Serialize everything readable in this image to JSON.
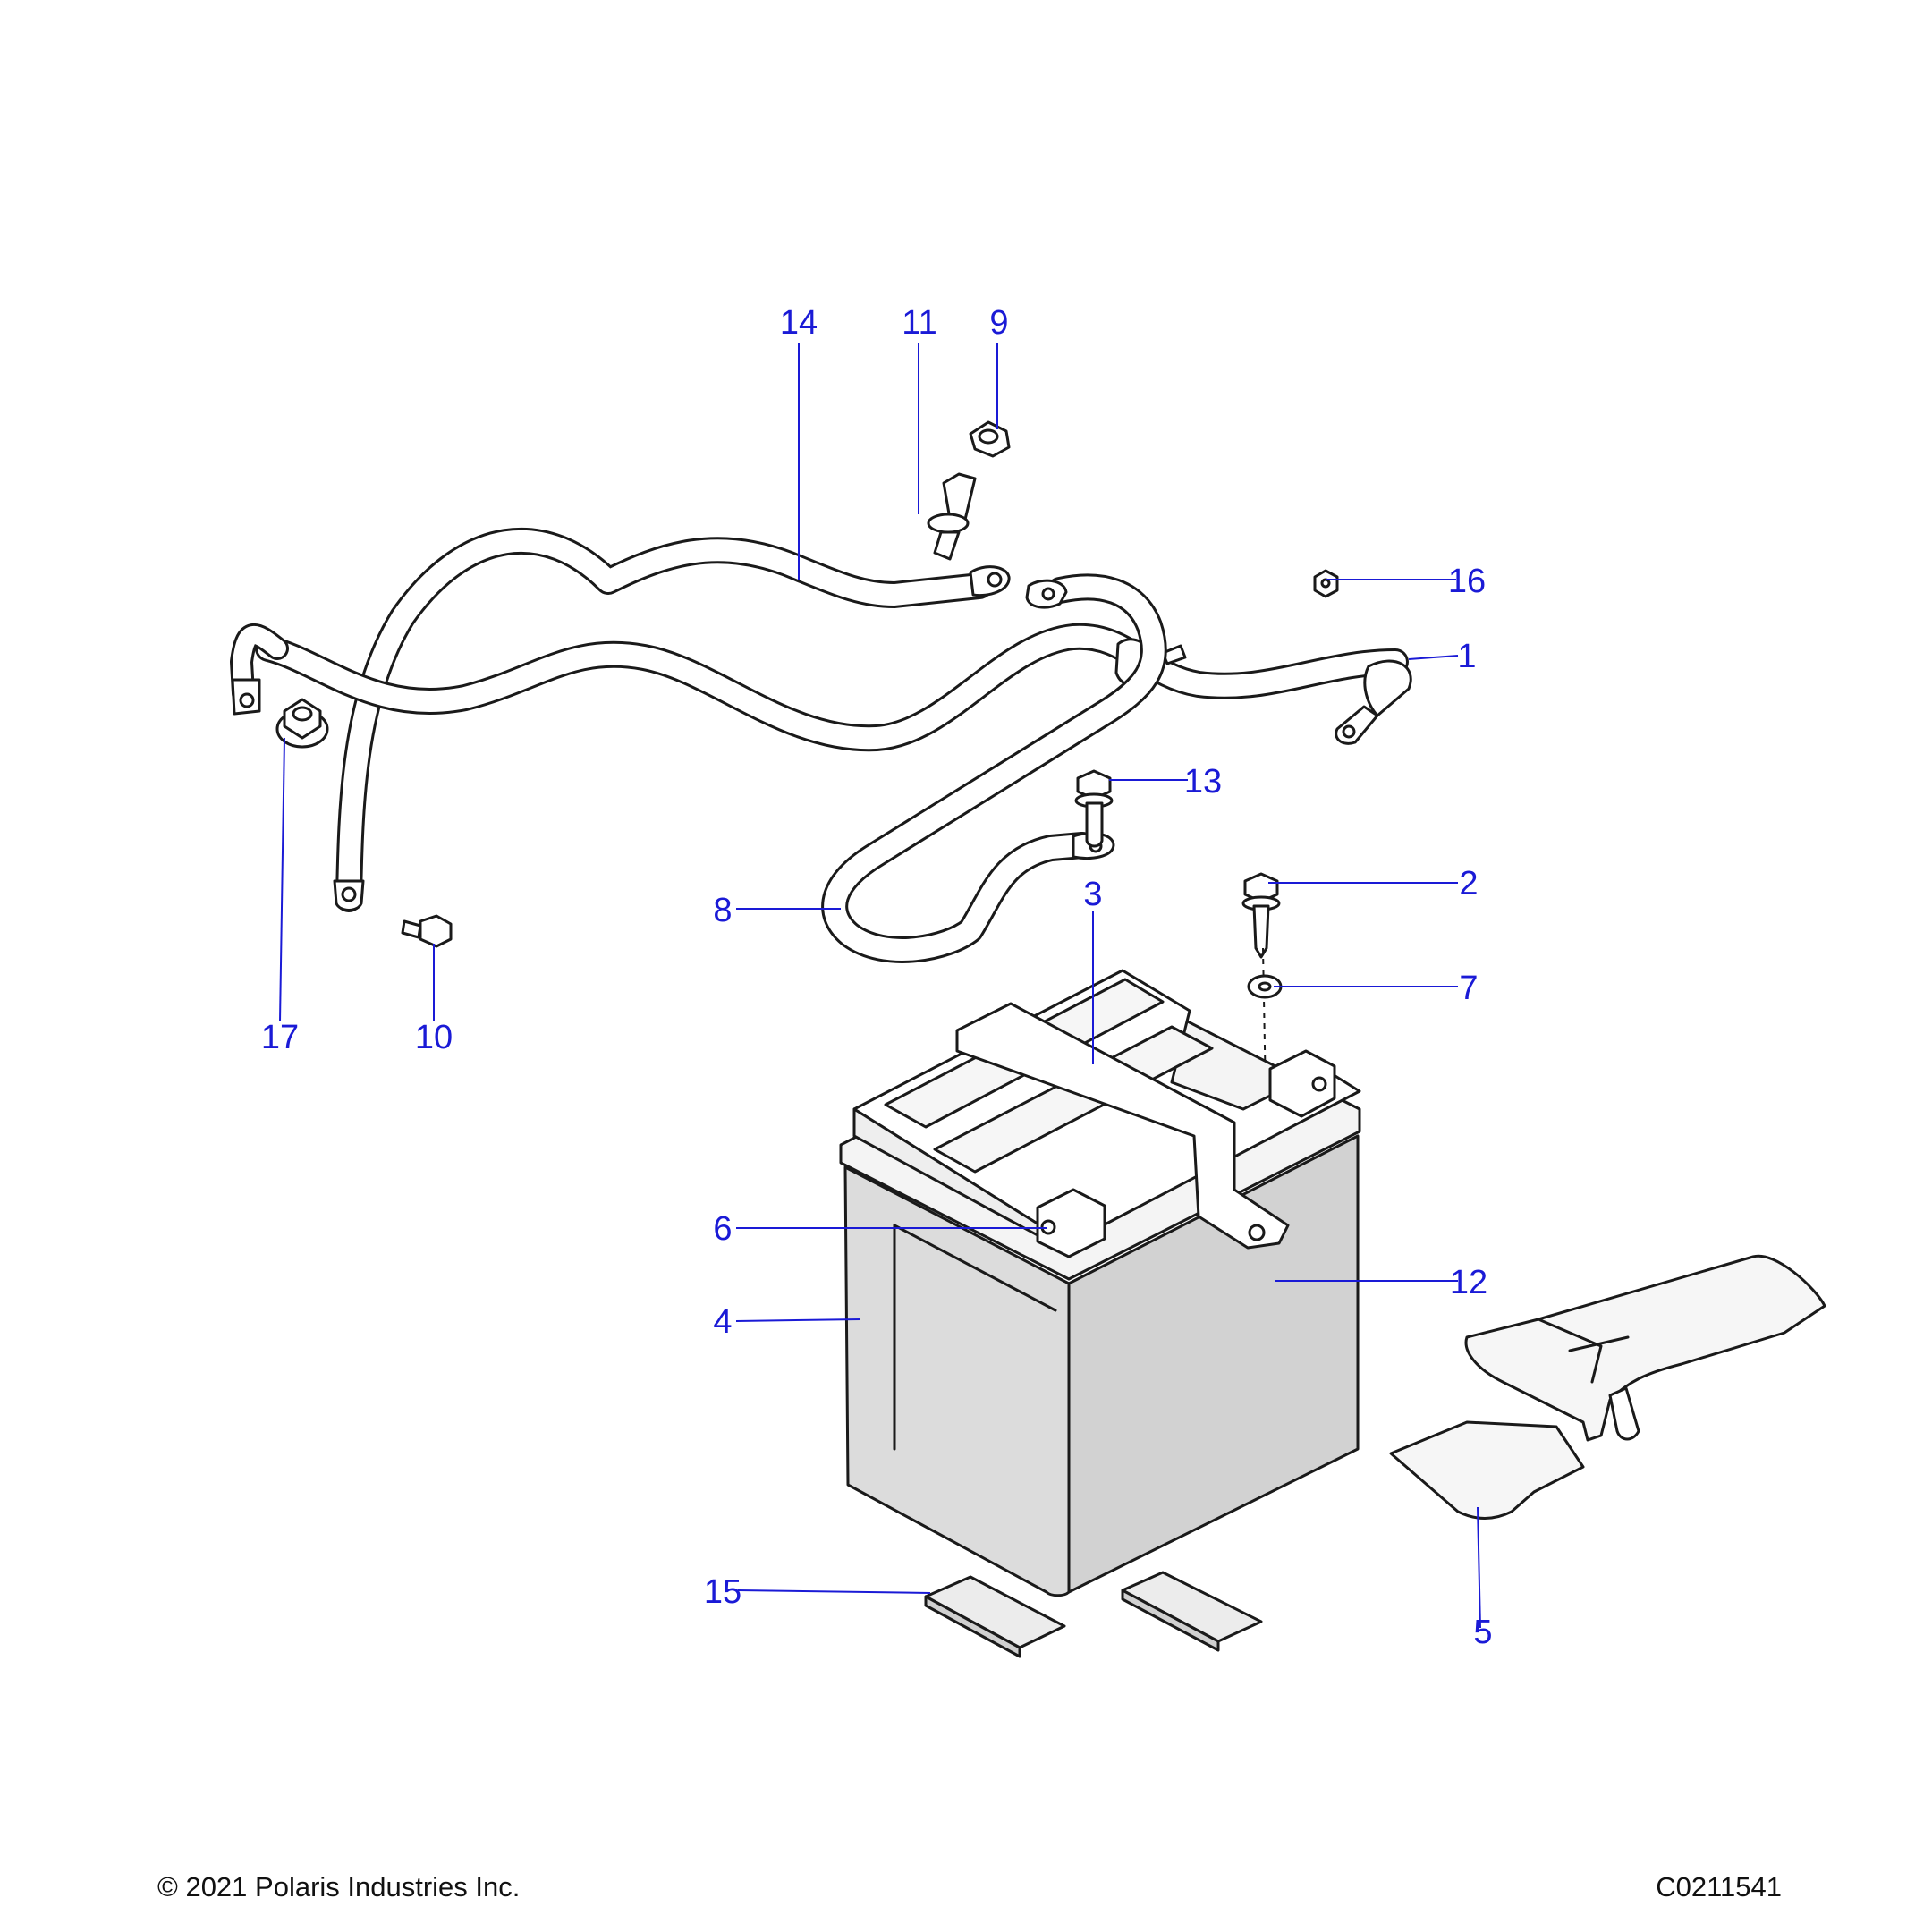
{
  "callouts": {
    "c1": "1",
    "c2": "2",
    "c3": "3",
    "c4": "4",
    "c5": "5",
    "c6": "6",
    "c7": "7",
    "c8": "8",
    "c9": "9",
    "c10": "10",
    "c11": "11",
    "c12": "12",
    "c13": "13",
    "c14": "14",
    "c15": "15",
    "c16": "16",
    "c17": "17"
  },
  "footer": {
    "copyright": "© 2021 Polaris Industries Inc.",
    "drawing_code": "C0211541"
  },
  "colors": {
    "callout": "#1a1ad6",
    "linework": "#1a1a1a",
    "battery_side": "#dcdcdc"
  }
}
